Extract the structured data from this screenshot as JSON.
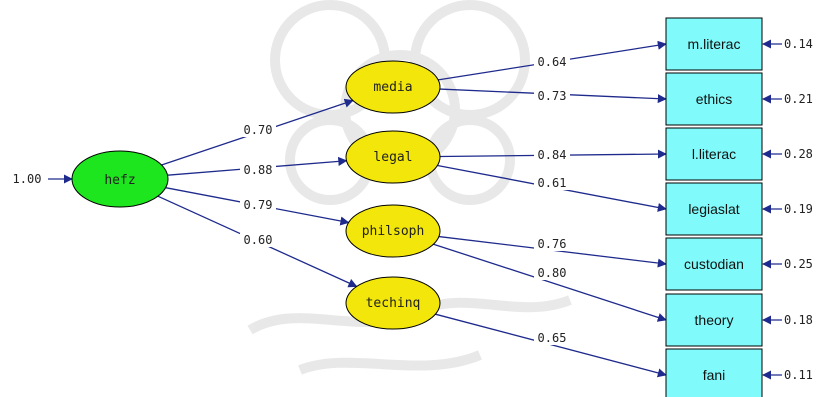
{
  "colors": {
    "background": "#ffffff",
    "path_line": "#1e2a8c",
    "exogenous_fill": "#1ee61e",
    "latent_fill": "#f2e60a",
    "indicator_fill": "#80fafa",
    "outline": "#000000",
    "watermark": "#c8c8c8"
  },
  "exogenous": {
    "label": "hefz",
    "variance": "1.00"
  },
  "latents": [
    {
      "label": "media",
      "loading": "0.70"
    },
    {
      "label": "legal",
      "loading": "0.88"
    },
    {
      "label": "philsoph",
      "loading": "0.79"
    },
    {
      "label": "techinq",
      "loading": "0.60"
    }
  ],
  "indicators": [
    {
      "label": "m.literac",
      "error": "0.14"
    },
    {
      "label": "ethics",
      "error": "0.21"
    },
    {
      "label": "l.literac",
      "error": "0.28"
    },
    {
      "label": "legiaslat",
      "error": "0.19"
    },
    {
      "label": "custodian",
      "error": "0.25"
    },
    {
      "label": "theory",
      "error": "0.18"
    },
    {
      "label": "fani",
      "error": "0.11"
    }
  ],
  "indicator_paths": [
    {
      "from": "media",
      "to": "m.literac",
      "coef": "0.64"
    },
    {
      "from": "media",
      "to": "ethics",
      "coef": "0.73"
    },
    {
      "from": "legal",
      "to": "l.literac",
      "coef": "0.84"
    },
    {
      "from": "legal",
      "to": "legiaslat",
      "coef": "0.61"
    },
    {
      "from": "philsoph",
      "to": "custodian",
      "coef": "0.76"
    },
    {
      "from": "philsoph",
      "to": "theory",
      "coef": "0.80"
    },
    {
      "from": "techinq",
      "to": "fani",
      "coef": "0.65"
    }
  ]
}
